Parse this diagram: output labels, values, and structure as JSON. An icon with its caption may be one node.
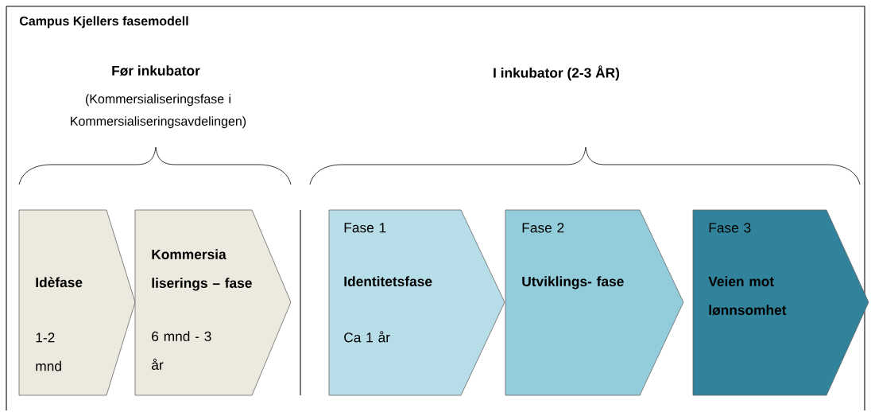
{
  "diagram": {
    "title": "Campus Kjellers fasemodell",
    "nodes": [
      {
        "text": [
          "Idèfase",
          "1-2 mnd"
        ]
      },
      {
        "text": [
          "Kommersia liserings – fase",
          "6 mnd - 3 år"
        ]
      },
      {
        "text": [
          "Fase 1",
          "Identitetsfase",
          "Ca 1 år"
        ]
      },
      {
        "text": [
          "Fase 2",
          "Utviklings- fase"
        ]
      },
      {
        "text": [
          "Fase 3",
          "Veien mot lønnsomhet"
        ]
      }
    ],
    "labels": [
      "Før inkubator",
      "(Kommersialiseringsfase i Kommersialiseringsavdelingen)",
      "I inkubator (2-3 ÅR)"
    ]
  }
}
